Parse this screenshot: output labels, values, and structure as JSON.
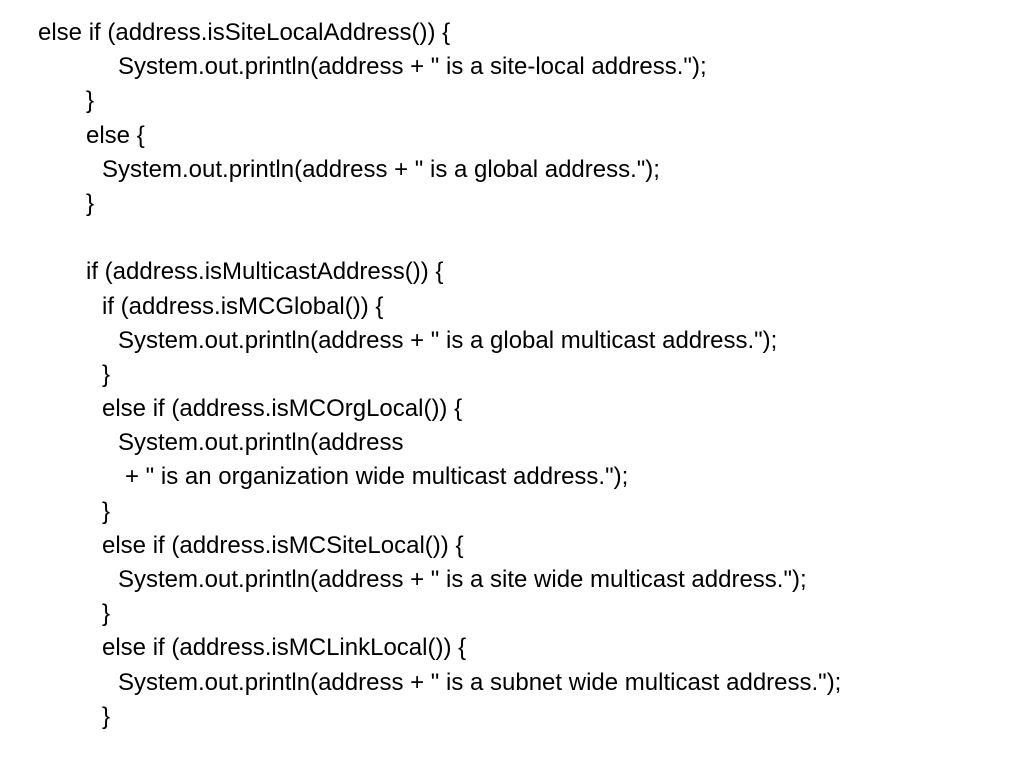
{
  "slide": {
    "code_lines": [
      {
        "indent": 0,
        "text": "else if (address.isSiteLocalAddress()) {"
      },
      {
        "indent": 3,
        "text": "System.out.println(address + \" is a site-local address.\");"
      },
      {
        "indent": 1,
        "text": "}"
      },
      {
        "indent": 1,
        "text": "else {"
      },
      {
        "indent": 2,
        "text": "System.out.println(address + \" is a global address.\");"
      },
      {
        "indent": 1,
        "text": "}"
      },
      {
        "indent": 0,
        "text": ""
      },
      {
        "indent": 1,
        "text": "if (address.isMulticastAddress()) {"
      },
      {
        "indent": 2,
        "text": "if (address.isMCGlobal()) {"
      },
      {
        "indent": 3,
        "text": "System.out.println(address + \" is a global multicast address.\");"
      },
      {
        "indent": 2,
        "text": "}"
      },
      {
        "indent": 2,
        "text": "else if (address.isMCOrgLocal()) {"
      },
      {
        "indent": 3,
        "text": "System.out.println(address"
      },
      {
        "indent": 4,
        "text": "+ \" is an organization wide multicast address.\");"
      },
      {
        "indent": 2,
        "text": "}"
      },
      {
        "indent": 2,
        "text": "else if (address.isMCSiteLocal()) {"
      },
      {
        "indent": 3,
        "text": "System.out.println(address + \" is a site wide multicast address.\");"
      },
      {
        "indent": 2,
        "text": "}"
      },
      {
        "indent": 2,
        "text": "else if (address.isMCLinkLocal()) {"
      },
      {
        "indent": 3,
        "text": "System.out.println(address + \" is a subnet wide multicast address.\");"
      },
      {
        "indent": 2,
        "text": "}"
      }
    ]
  }
}
